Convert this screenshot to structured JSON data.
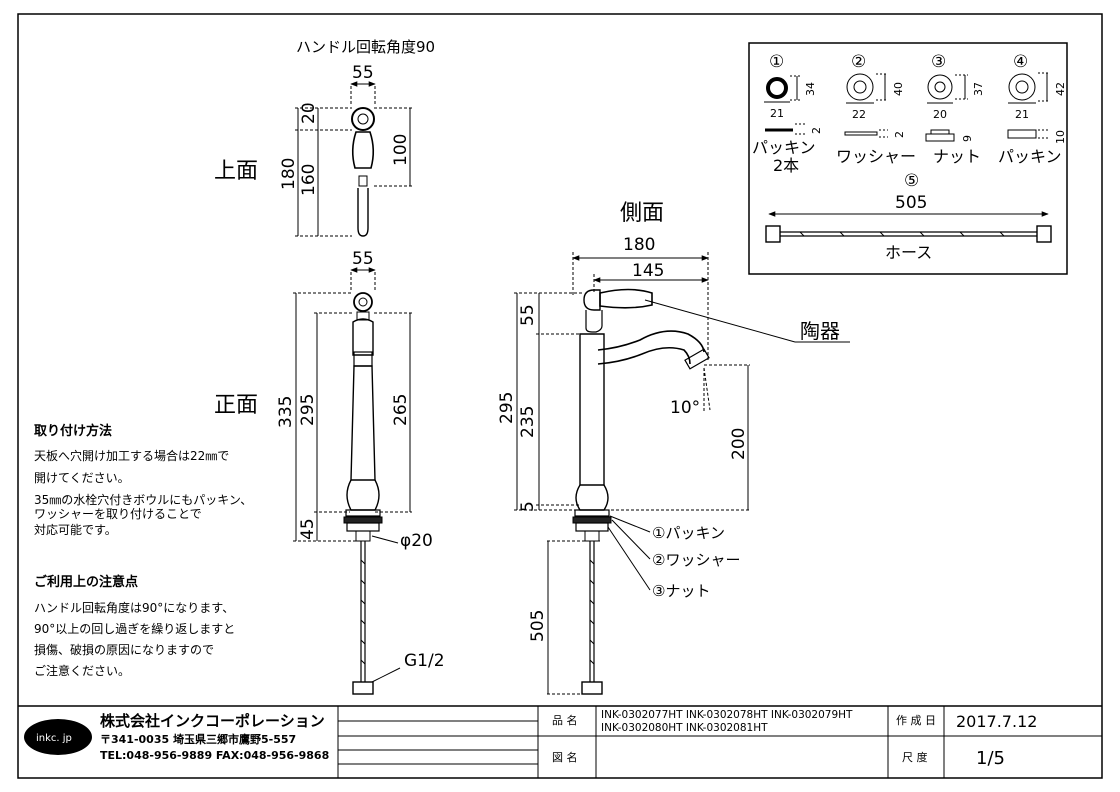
{
  "views": {
    "top": "上面",
    "front": "正面",
    "side": "側面"
  },
  "top_view": {
    "rotation_label": "ハンドル回転角度90",
    "w": "55",
    "d1": "20",
    "d2": "160",
    "d3": "180",
    "d4": "100"
  },
  "front_view": {
    "w": "55",
    "d1": "335",
    "d2": "295",
    "d3": "265",
    "d4": "45",
    "dia": "φ20",
    "thread": "G1/2"
  },
  "side_view": {
    "w1": "180",
    "w2": "145",
    "h1": "55",
    "h2": "235",
    "h3": "5",
    "h4": "295",
    "h5": "200",
    "h6": "505",
    "angle": "10°",
    "ceramic": "陶器",
    "p1": "①パッキン",
    "p2": "②ワッシャー",
    "p3": "③ナット"
  },
  "parts": {
    "n1": "①",
    "n2": "②",
    "n3": "③",
    "n4": "④",
    "n5": "⑤",
    "p1_d1": "34",
    "p1_d2": "21",
    "p1_d3": "2",
    "p1_name": "パッキン",
    "p1_qty": "2本",
    "p2_d1": "40",
    "p2_d2": "22",
    "p2_d3": "2",
    "p2_name": "ワッシャー",
    "p3_d1": "37",
    "p3_d2": "20",
    "p3_d3": "9",
    "p3_name": "ナット",
    "p4_d1": "42",
    "p4_d2": "21",
    "p4_d3": "10",
    "p4_name": "パッキン",
    "p5_len": "505",
    "p5_name": "ホース"
  },
  "notes": {
    "install_title": "取り付け方法",
    "install_1": "天板へ穴開け加工する場合は22㎜で",
    "install_2": "開けてください。",
    "install_3": "35㎜の水栓穴付きボウルにもパッキン、",
    "install_4": "ワッシャーを取り付けることで",
    "install_5": "対応可能です。",
    "caution_title": "ご利用上の注意点",
    "caution_1": "ハンドル回転角度は90°になります、",
    "caution_2": "90°以上の回し過ぎを繰り返しますと",
    "caution_3": "損傷、破損の原因になりますので",
    "caution_4": "ご注意ください。"
  },
  "title_block": {
    "logo": "inkc. jp",
    "company": "株式会社インクコーポレーション",
    "address": "〒341-0035 埼玉県三郷市鷹野5-557",
    "tel": "TEL:048-956-9889 FAX:048-956-9868",
    "name_label": "品 名",
    "name_value_1": "INK-0302077HT INK-0302078HT INK-0302079HT",
    "name_value_2": "INK-0302080HT INK-0302081HT",
    "drawing_label": "図 名",
    "date_label": "作 成 日",
    "date_value": "2017.7.12",
    "scale_label": "尺 度",
    "scale_value": "1/5"
  }
}
